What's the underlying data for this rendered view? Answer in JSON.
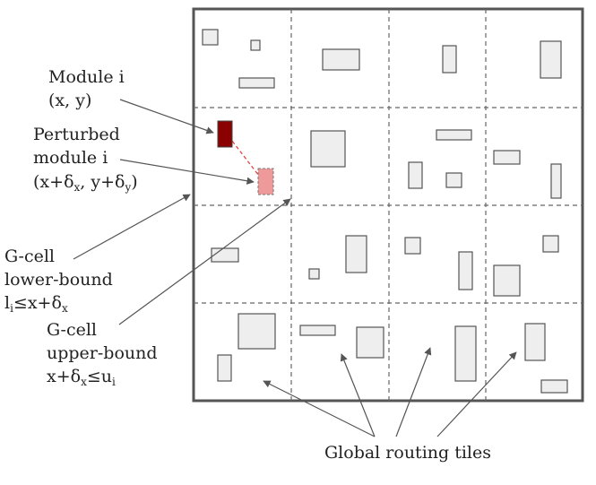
{
  "labels": {
    "module_line1": "Module i",
    "module_line2": "(x, y)",
    "perturbed_line1": "Perturbed",
    "perturbed_line2": "module i",
    "perturbed_pre": "(x+",
    "perturbed_delta1": "δ",
    "perturbed_sub1": "x",
    "perturbed_mid": ", y+",
    "perturbed_delta2": "δ",
    "perturbed_sub2": "y",
    "perturbed_post": ")",
    "lower_line1": "G-cell",
    "lower_line2": "lower-bound",
    "lower_l": "l",
    "lower_l_sub": "i",
    "lower_rest": "≤x+",
    "lower_delta": "δ",
    "lower_delta_sub": "x",
    "upper_line1": "G-cell",
    "upper_line2": "upper-bound",
    "upper_pre": "x+",
    "upper_delta": "δ",
    "upper_delta_sub": "x",
    "upper_le": "≤u",
    "upper_u_sub": "i",
    "tiles": "Global routing tiles"
  },
  "colors": {
    "module": "#8b0000",
    "perturbed_module": "#ef9a9a",
    "perturbed_link": "#e53935",
    "block_fill": "#eeeeee",
    "block_stroke": "#555555",
    "grid_border": "#555555",
    "grid_dash": "#666666",
    "arrow": "#555555"
  }
}
